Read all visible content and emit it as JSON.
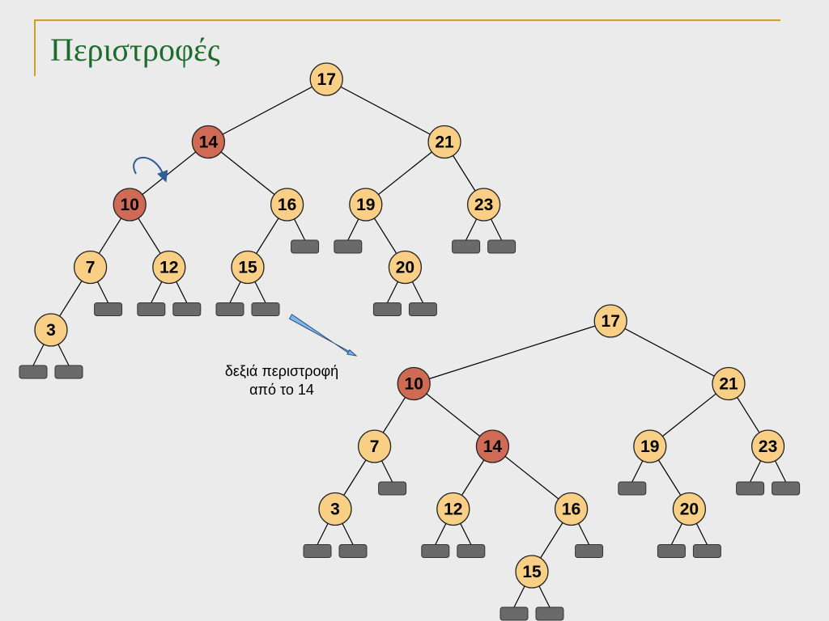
{
  "title": "Περιστροφές",
  "caption": {
    "line1": "δεξιά περιστροφή",
    "line2": "από το 14"
  },
  "colors": {
    "node_fill": "#f9cf86",
    "highlight_fill": "#cf6b55",
    "leaf_fill": "#6a6a6a",
    "edge": "#000000",
    "title_text": "#1e6b2e",
    "accent_rule": "#c9a227",
    "arrow_fill": "#7fb6ea",
    "rotation_arrow": "#2d5e95"
  },
  "trees": [
    {
      "name": "before-rotation",
      "nodes": [
        {
          "key": "17",
          "highlight": false,
          "children": [
            {
              "key": "14",
              "highlight": true,
              "children": [
                {
                  "key": "10",
                  "highlight": true,
                  "children": [
                    {
                      "key": "7",
                      "highlight": false,
                      "children": [
                        {
                          "key": "3",
                          "highlight": false,
                          "children": [
                            null,
                            null
                          ]
                        },
                        null
                      ]
                    },
                    {
                      "key": "12",
                      "highlight": false,
                      "children": [
                        null,
                        null
                      ]
                    }
                  ]
                },
                {
                  "key": "16",
                  "highlight": false,
                  "children": [
                    {
                      "key": "15",
                      "highlight": false,
                      "children": [
                        null,
                        null
                      ]
                    },
                    null
                  ]
                }
              ]
            },
            {
              "key": "21",
              "highlight": false,
              "children": [
                {
                  "key": "19",
                  "highlight": false,
                  "children": [
                    null,
                    {
                      "key": "20",
                      "highlight": false,
                      "children": [
                        null,
                        null
                      ]
                    }
                  ]
                },
                {
                  "key": "23",
                  "highlight": false,
                  "children": [
                    null,
                    null
                  ]
                }
              ]
            }
          ]
        }
      ]
    },
    {
      "name": "after-rotation",
      "nodes": [
        {
          "key": "17",
          "highlight": false,
          "children": [
            {
              "key": "10",
              "highlight": true,
              "children": [
                {
                  "key": "7",
                  "highlight": false,
                  "children": [
                    {
                      "key": "3",
                      "highlight": false,
                      "children": [
                        null,
                        null
                      ]
                    },
                    null
                  ]
                },
                {
                  "key": "14",
                  "highlight": true,
                  "children": [
                    {
                      "key": "12",
                      "highlight": false,
                      "children": [
                        null,
                        null
                      ]
                    },
                    {
                      "key": "16",
                      "highlight": false,
                      "children": [
                        {
                          "key": "15",
                          "highlight": false,
                          "children": [
                            null,
                            null
                          ]
                        },
                        null
                      ]
                    }
                  ]
                }
              ]
            },
            {
              "key": "21",
              "highlight": false,
              "children": [
                {
                  "key": "19",
                  "highlight": false,
                  "children": [
                    null,
                    {
                      "key": "20",
                      "highlight": false,
                      "children": [
                        null,
                        null
                      ]
                    }
                  ]
                },
                {
                  "key": "23",
                  "highlight": false,
                  "children": [
                    null,
                    null
                  ]
                }
              ]
            }
          ]
        }
      ]
    }
  ]
}
